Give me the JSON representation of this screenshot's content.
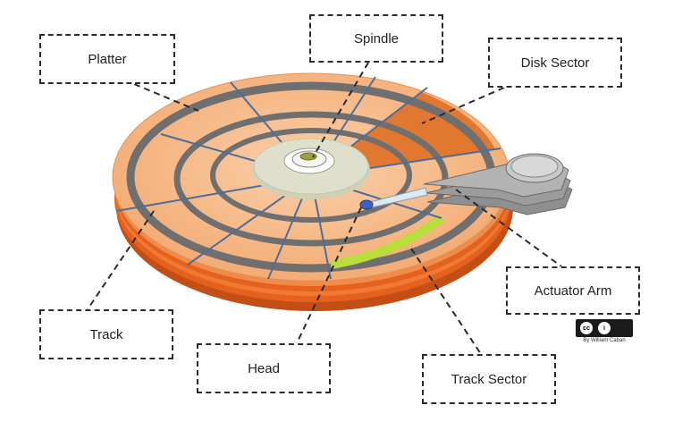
{
  "diagram": {
    "labels": {
      "platter": "Platter",
      "spindle": "Spindle",
      "disk_sector": "Disk Sector",
      "actuator_arm": "Actuator Arm",
      "track": "Track",
      "head": "Head",
      "track_sector": "Track Sector"
    },
    "credit": "By William Caban",
    "colors": {
      "platter_top": "#f6b27e",
      "platter_side": "#e5621e",
      "track_ring": "#6f6f6f",
      "disk_sector": "#e2772f",
      "track_sector": "#b9dd3a",
      "spindle_hub": "#dfe0cc",
      "actuator_arm": "#a9a9a9",
      "head_tip": "#3a63c8"
    }
  }
}
